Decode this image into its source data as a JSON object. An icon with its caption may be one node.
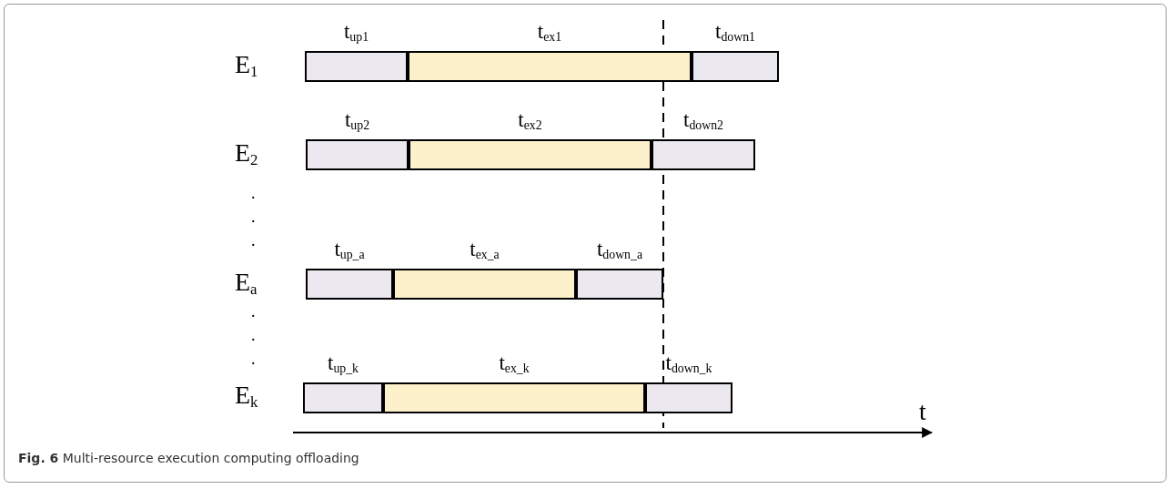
{
  "diagram": {
    "caption": "**Fig. 6** Multi-resource execution computing offloading",
    "nodes": [
      {
        "text": [
          "t$_{up1}$"
        ]
      },
      {
        "text": [
          "t$_{ex1}$"
        ]
      },
      {
        "text": [
          "t$_{down1}$"
        ]
      },
      {
        "text": [
          "t$_{up2}$"
        ]
      },
      {
        "text": [
          "t$_{ex2}$"
        ]
      },
      {
        "text": [
          "t$_{down2}$"
        ]
      },
      {
        "text": [
          "t$_{up_a}$"
        ]
      },
      {
        "text": [
          "t$_{ex_a}$"
        ]
      },
      {
        "text": [
          "t$_{down_a}$"
        ]
      },
      {
        "text": [
          "t$_{up_k}$"
        ]
      },
      {
        "text": [
          "t$_{ex_k}$"
        ]
      },
      {
        "text": [
          "t$_{down_k}$"
        ]
      }
    ],
    "labels": [
      "E$_{1}$",
      "E$_{2}$",
      ".",
      ".",
      ".",
      "E$_{a}$",
      ".",
      ".",
      ".",
      "E$_{k}$",
      "t"
    ]
  }
}
